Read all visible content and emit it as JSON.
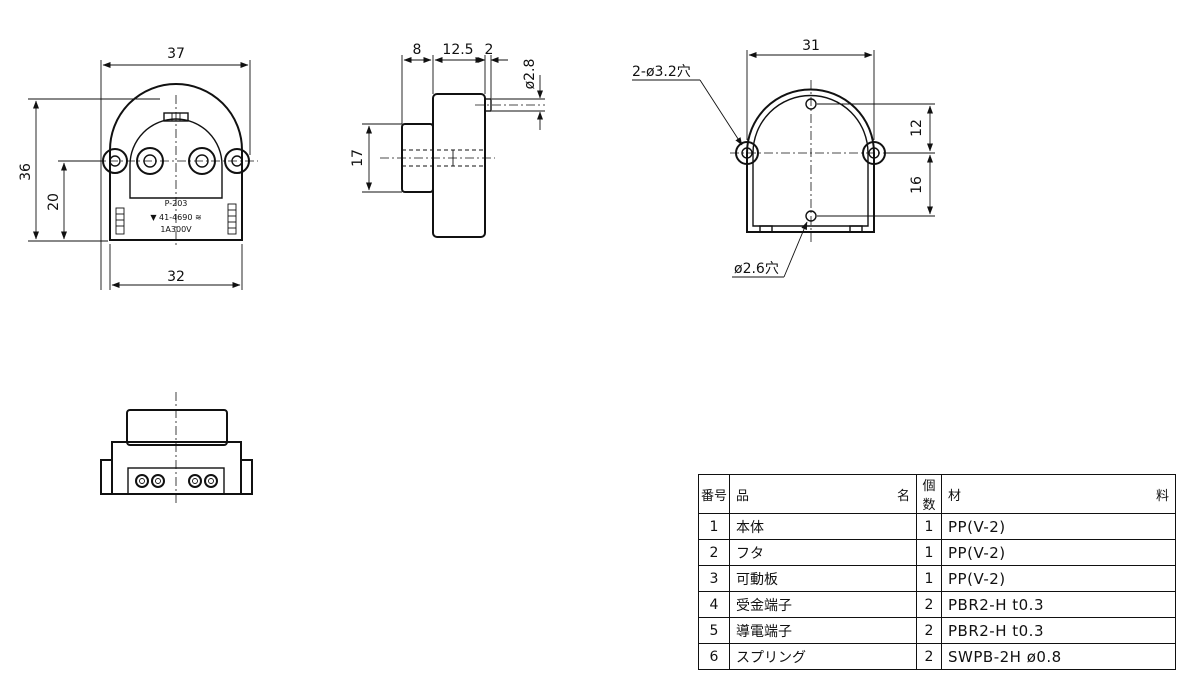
{
  "front_view": {
    "dim_width_top": "37",
    "dim_width_bottom": "32",
    "dim_height": "36",
    "dim_hole_height": "20",
    "label_model": "P-203",
    "label_code": "▼ 41-4690 ≋",
    "label_rating": "1A300V"
  },
  "side_view": {
    "dim_a": "8",
    "dim_b": "12.5",
    "dim_c": "2",
    "dim_pin": "ø2.8",
    "dim_height": "17"
  },
  "cover_view": {
    "dim_width": "31",
    "dim_upper": "12",
    "dim_lower": "16",
    "callout_mount_holes": "2-ø3.2穴",
    "callout_small_hole": "ø2.6穴"
  },
  "parts_table": {
    "headers": {
      "no": "番号",
      "name": "品",
      "name_suffix": "名",
      "qty": "個数",
      "material": "材",
      "material_suffix": "料"
    },
    "rows": [
      {
        "no": "1",
        "name": "本体",
        "qty": "1",
        "material": "PP(V-2)"
      },
      {
        "no": "2",
        "name": "フタ",
        "qty": "1",
        "material": "PP(V-2)"
      },
      {
        "no": "3",
        "name": "可動板",
        "qty": "1",
        "material": "PP(V-2)"
      },
      {
        "no": "4",
        "name": "受金端子",
        "qty": "2",
        "material": "PBR2-H t0.3"
      },
      {
        "no": "5",
        "name": "導電端子",
        "qty": "2",
        "material": "PBR2-H t0.3"
      },
      {
        "no": "6",
        "name": "スプリング",
        "qty": "2",
        "material": "SWPB-2H ø0.8"
      }
    ]
  }
}
